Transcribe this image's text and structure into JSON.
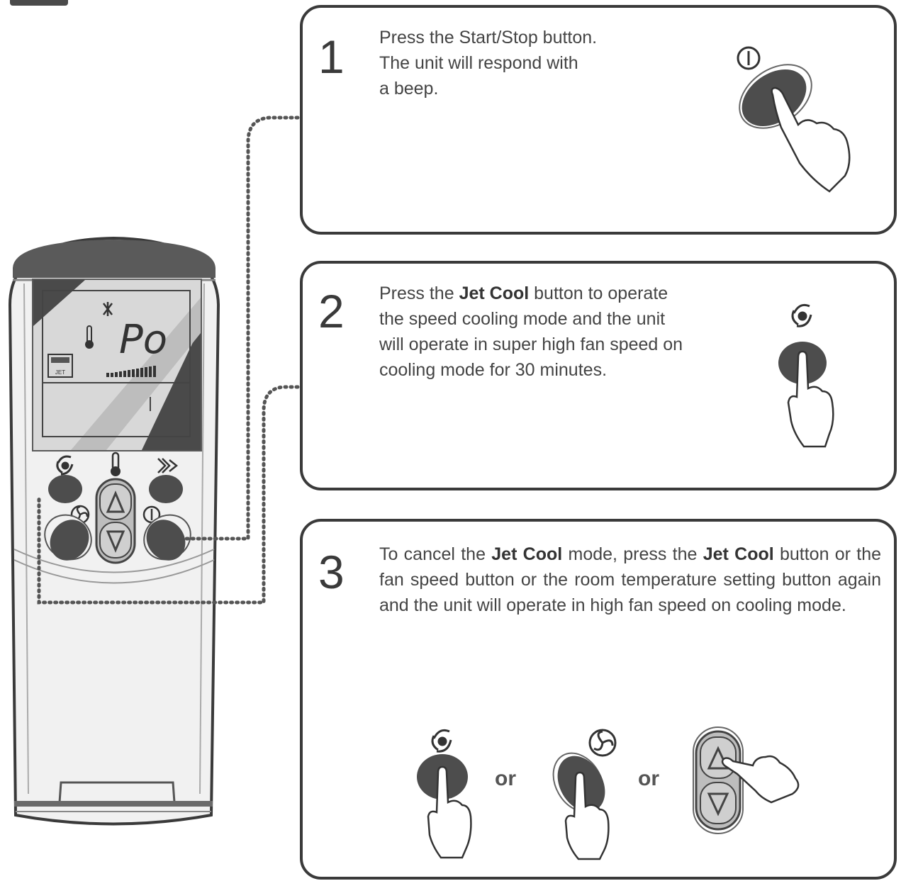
{
  "remote": {
    "display_text": "Po",
    "jet_badge": "JET"
  },
  "steps": [
    {
      "number": "1",
      "lines": [
        "Press the Start/Stop button.",
        "The unit will respond with",
        "a beep."
      ]
    },
    {
      "number": "2",
      "parts": [
        {
          "t": "Press the ",
          "b": false
        },
        {
          "t": "Jet Cool",
          "b": true
        },
        {
          "t": " button to operate the speed cooling mode and the unit will operate in super high fan speed on cooling mode for 30 minutes.",
          "b": false
        }
      ]
    },
    {
      "number": "3",
      "parts": [
        {
          "t": "To cancel the ",
          "b": false
        },
        {
          "t": "Jet Cool",
          "b": true
        },
        {
          "t": " mode, press the ",
          "b": false
        },
        {
          "t": "Jet Cool",
          "b": true
        },
        {
          "t": " button or the fan speed button or the room temperature setting button again and the unit will operate in high fan speed on cooling mode.",
          "b": false
        }
      ],
      "or_label": "or"
    }
  ],
  "icons": {
    "power": "power-icon",
    "jet_cool": "jet-cool-icon",
    "fan_speed": "fan-speed-icon",
    "temperature": "thermometer-icon",
    "swing": "air-swing-icon",
    "finger": "pointing-hand-icon"
  },
  "colors": {
    "outline": "#3a3a3a",
    "button_fill": "#4d4d4d",
    "remote_body": "#f1f1f1",
    "lcd": "#dcdcdc"
  }
}
